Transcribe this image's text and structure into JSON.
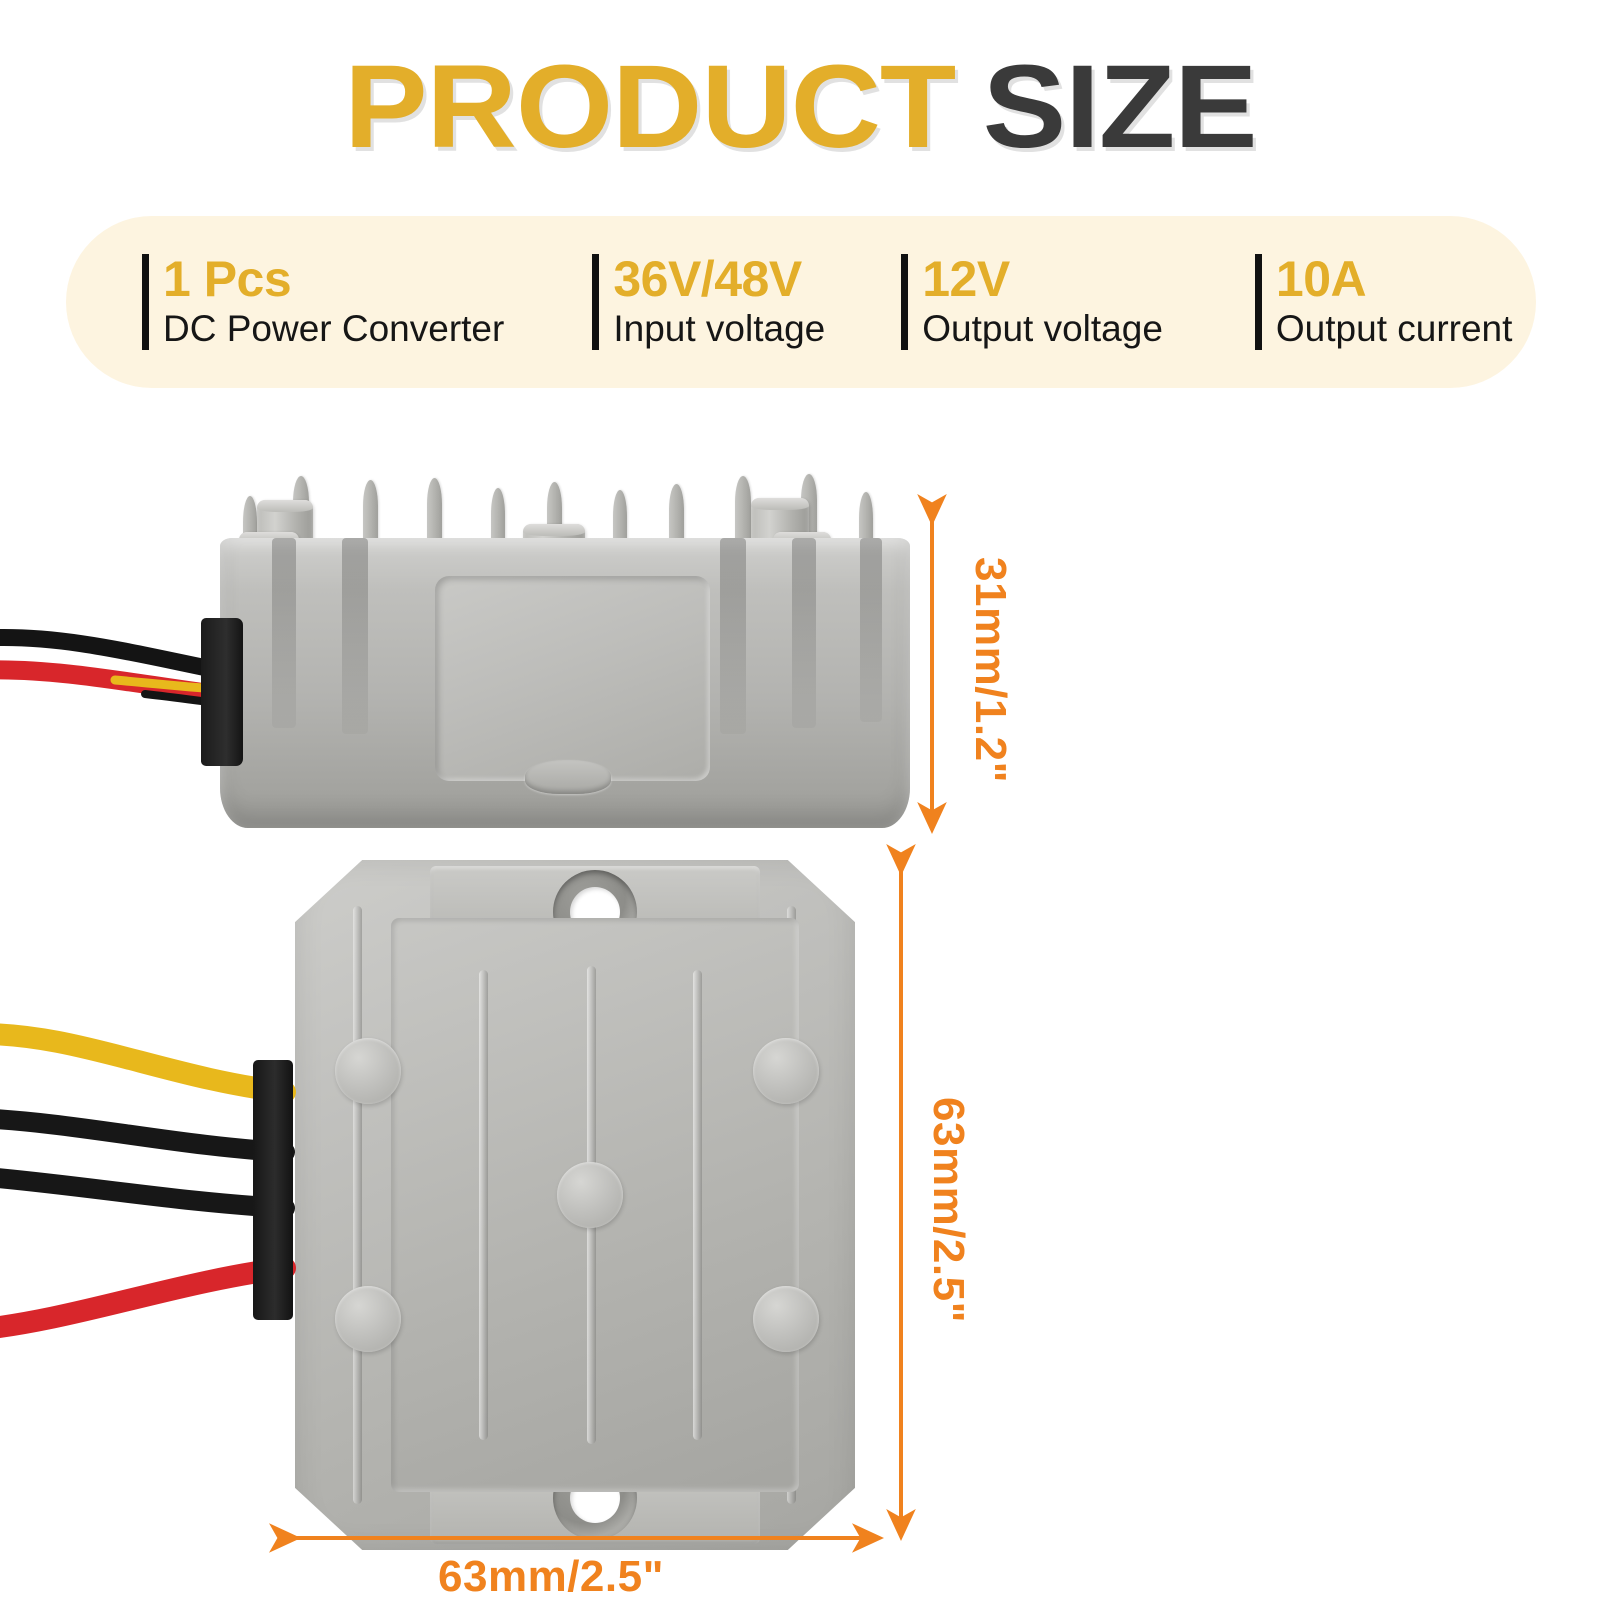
{
  "title": {
    "part_highlight": "PRODUCT",
    "part_dark": "SIZE",
    "colors": {
      "highlight": "#E3AE2A",
      "dark": "#3A3A3A"
    }
  },
  "spec_panel": {
    "background": "#FDF4E0",
    "value_color": "#E3AE2A",
    "label_color": "#161616",
    "divider_color": "#111111",
    "items": [
      {
        "value": "1 Pcs",
        "label": "DC Power Converter"
      },
      {
        "value": "36V/48V",
        "label": "Input voltage"
      },
      {
        "value": "12V",
        "label": "Output voltage"
      },
      {
        "value": "10A",
        "label": "Output current"
      }
    ]
  },
  "product": {
    "name": "DC Power Converter",
    "body_color": "#B8B8B4",
    "views": [
      {
        "id": "side-view",
        "description": "Side profile with heat-sink fins"
      },
      {
        "id": "top-view",
        "description": "Top face with mounting holes"
      }
    ],
    "wires": [
      {
        "color": "#E8B81C",
        "name": "yellow-wire"
      },
      {
        "color": "#171717",
        "name": "black-wire"
      },
      {
        "color": "#171717",
        "name": "black-wire"
      },
      {
        "color": "#D8262B",
        "name": "red-wire"
      }
    ]
  },
  "dimensions": {
    "arrow_color": "#F0821E",
    "height_side": "31mm/1.2\"",
    "height_top": "63mm/2.5\"",
    "width_top": "63mm/2.5\""
  }
}
